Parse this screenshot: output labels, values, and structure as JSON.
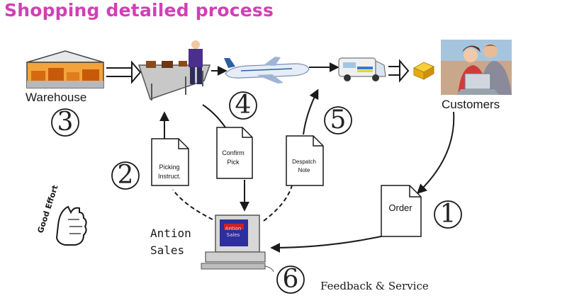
{
  "title": "Shopping detailed process",
  "labels": {
    "warehouse": "Warehouse",
    "customers": "Customers",
    "sales_line1": "Antion",
    "sales_line2": "Sales",
    "feedback": "Feedback & Service"
  },
  "steps": [
    "1",
    "2",
    "3",
    "4",
    "5",
    "6"
  ],
  "documents": {
    "picking_line1": "Picking",
    "picking_line2": "Instruct.",
    "confirm_line1": "Confirm",
    "confirm_line2": "Pick",
    "despatch_line1": "Despatch",
    "despatch_line2": "Note",
    "order": "Order"
  },
  "computer_screen": {
    "line1": "Antion",
    "line2": "Sales"
  },
  "logo_text": "Good Effort",
  "icons": [
    "warehouse-icon",
    "conveyor-worker-icon",
    "airplane-icon",
    "van-icon",
    "parcel-icon",
    "customers-photo",
    "computer-icon",
    "thumbs-up-icon",
    "document-icon"
  ],
  "colors": {
    "title": "#d23fb4",
    "arrows": "#1a1a1a",
    "screen": "#2e2e9e",
    "warehouse_fill": "#f3a33c"
  }
}
